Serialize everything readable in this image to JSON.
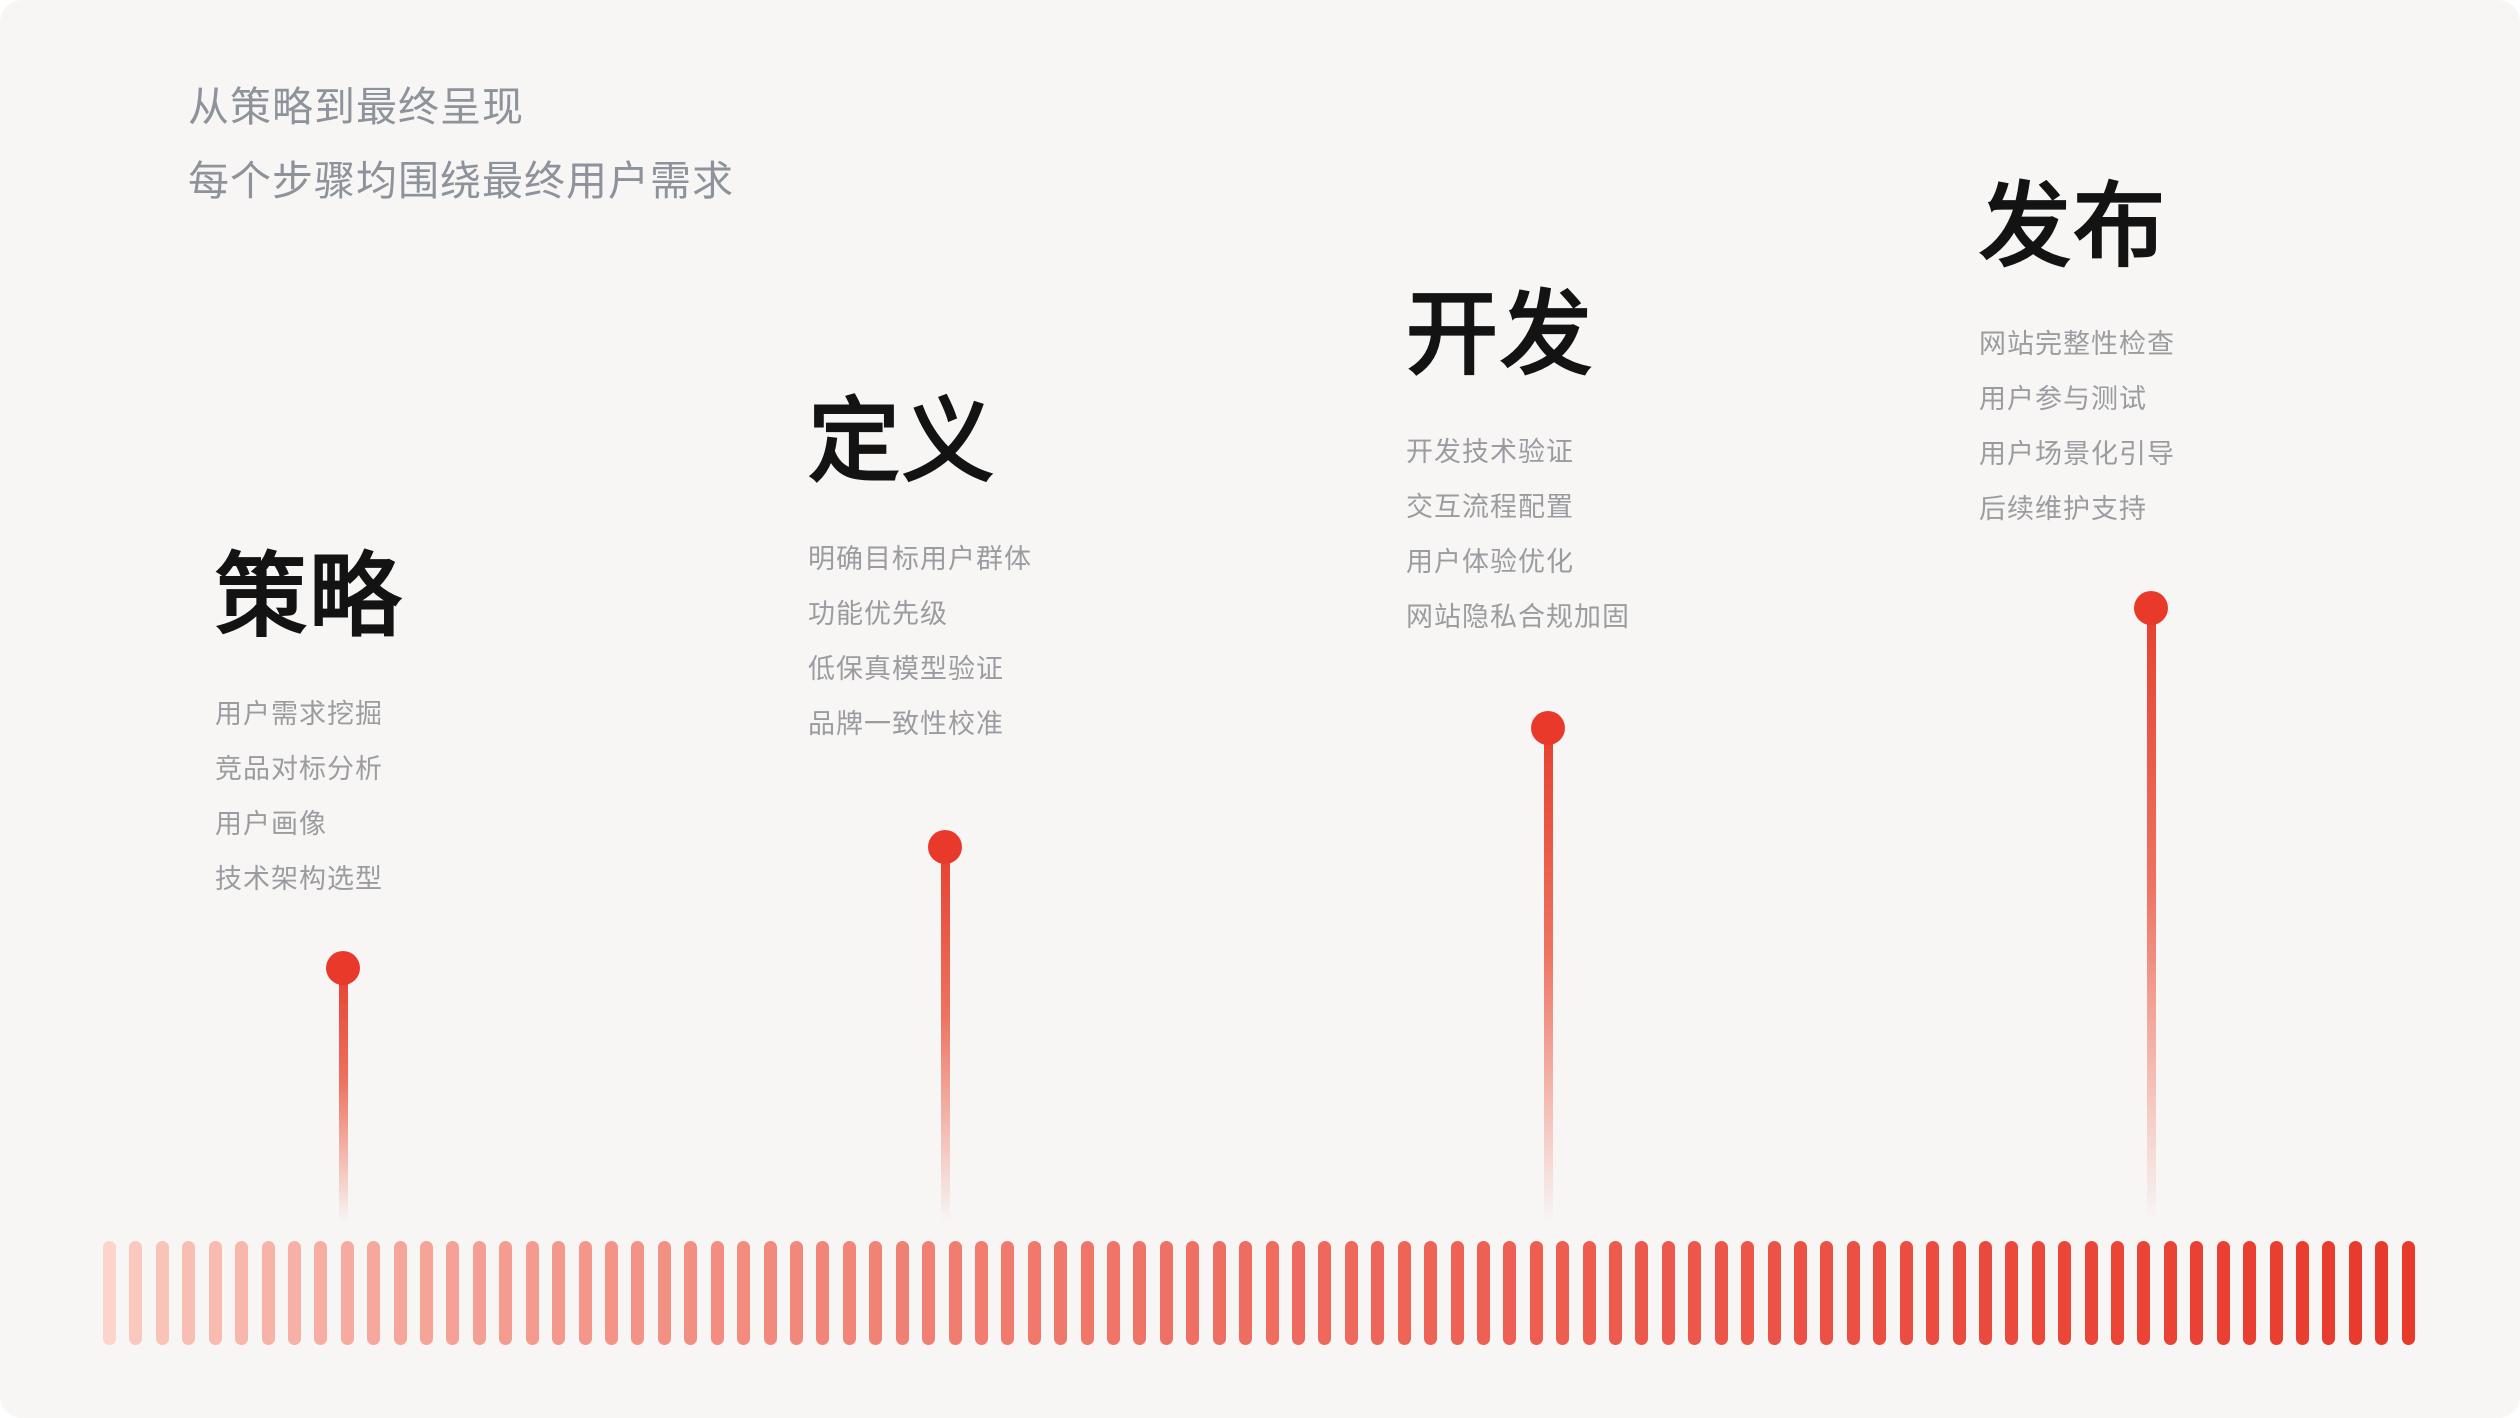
{
  "header": {
    "line1": "从策略到最终呈现",
    "line2": "每个步骤均围绕最终用户需求"
  },
  "stages": [
    {
      "title": "策略",
      "items": [
        "用户需求挖掘",
        "竞品对标分析",
        "用户画像",
        "技术架构选型"
      ]
    },
    {
      "title": "定义",
      "items": [
        "明确目标用户群体",
        "功能优先级",
        "低保真模型验证",
        "品牌一致性校准"
      ]
    },
    {
      "title": "开发",
      "items": [
        "开发技术验证",
        "交互流程配置",
        "用户体验优化",
        "网站隐私合规加固"
      ]
    },
    {
      "title": "发布",
      "items": [
        "网站完整性检查",
        "用户参与测试",
        "用户场景化引导",
        "后续维护支持"
      ]
    }
  ],
  "timeline": {
    "bar_count": 88,
    "color_start": "#fcd4ca",
    "color_end": "#e8392b",
    "ease_exponent": 0.58
  },
  "colors": {
    "accent_red": "#e8392b",
    "canvas_background": "#f7f6f5",
    "header_gray": "#8e929b",
    "item_gray": "#9b9ca0",
    "title_black": "#131313"
  }
}
